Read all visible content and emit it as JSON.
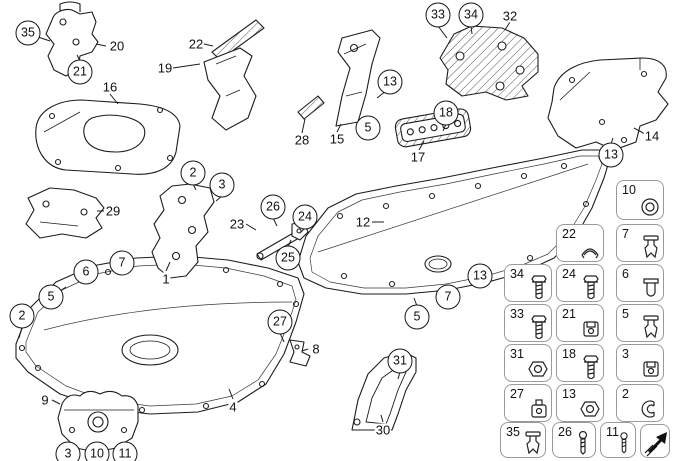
{
  "diagram": {
    "description": "Exploded parts diagram, underfloor paneling with fastener legend",
    "line_color": "#1c1c1c",
    "background": "#ffffff"
  },
  "callouts": [
    {
      "label": "35",
      "circled": true
    },
    {
      "label": "21",
      "circled": true
    },
    {
      "label": "20",
      "circled": false
    },
    {
      "label": "16",
      "circled": false
    },
    {
      "label": "22",
      "circled": false
    },
    {
      "label": "19",
      "circled": false
    },
    {
      "label": "28",
      "circled": false
    },
    {
      "label": "15",
      "circled": false
    },
    {
      "label": "13",
      "circled": true
    },
    {
      "label": "5",
      "circled": true
    },
    {
      "label": "18",
      "circled": true
    },
    {
      "label": "17",
      "circled": false
    },
    {
      "label": "33",
      "circled": true
    },
    {
      "label": "34",
      "circled": true
    },
    {
      "label": "32",
      "circled": false
    },
    {
      "label": "14",
      "circled": false
    },
    {
      "label": "13",
      "circled": true
    },
    {
      "label": "2",
      "circled": true
    },
    {
      "label": "3",
      "circled": true
    },
    {
      "label": "29",
      "circled": false
    },
    {
      "label": "23",
      "circled": false
    },
    {
      "label": "26",
      "circled": true
    },
    {
      "label": "24",
      "circled": true
    },
    {
      "label": "25",
      "circled": true
    },
    {
      "label": "12",
      "circled": false
    },
    {
      "label": "1",
      "circled": false
    },
    {
      "label": "7",
      "circled": true
    },
    {
      "label": "6",
      "circled": true
    },
    {
      "label": "5",
      "circled": true
    },
    {
      "label": "2",
      "circled": true
    },
    {
      "label": "27",
      "circled": true
    },
    {
      "label": "8",
      "circled": false
    },
    {
      "label": "13",
      "circled": true
    },
    {
      "label": "7",
      "circled": true
    },
    {
      "label": "5",
      "circled": true
    },
    {
      "label": "31",
      "circled": true
    },
    {
      "label": "30",
      "circled": false
    },
    {
      "label": "4",
      "circled": false
    },
    {
      "label": "9",
      "circled": false
    },
    {
      "label": "3",
      "circled": true
    },
    {
      "label": "10",
      "circled": true
    },
    {
      "label": "11",
      "circled": true
    }
  ],
  "fasteners": [
    {
      "label": "10",
      "icon": "grommet"
    },
    {
      "label": "22",
      "icon": "clamp"
    },
    {
      "label": "7",
      "icon": "expanding-rivet"
    },
    {
      "label": "34",
      "icon": "screw"
    },
    {
      "label": "24",
      "icon": "screw"
    },
    {
      "label": "6",
      "icon": "clip"
    },
    {
      "label": "33",
      "icon": "screw"
    },
    {
      "label": "21",
      "icon": "clip-nut"
    },
    {
      "label": "5",
      "icon": "expanding-rivet"
    },
    {
      "label": "31",
      "icon": "plastic-nut"
    },
    {
      "label": "18",
      "icon": "screw"
    },
    {
      "label": "3",
      "icon": "clip-nut"
    },
    {
      "label": "27",
      "icon": "expanding-nut"
    },
    {
      "label": "13",
      "icon": "plastic-nut"
    },
    {
      "label": "2",
      "icon": "c-clip"
    },
    {
      "label": "35",
      "icon": "expanding-rivet"
    },
    {
      "label": "26",
      "icon": "torx-screw"
    },
    {
      "label": "11",
      "icon": "torx-screw"
    }
  ]
}
